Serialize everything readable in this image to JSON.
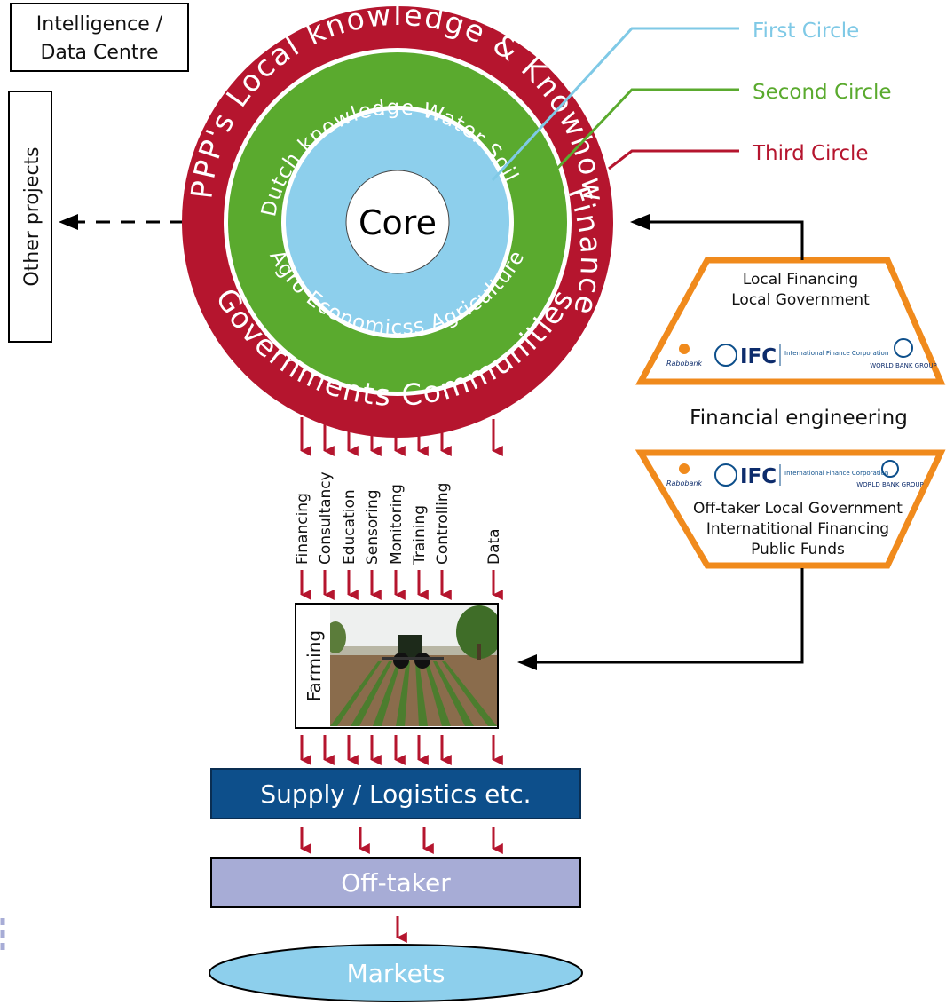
{
  "intelligence_box": {
    "line1": "Intelligence /",
    "line2": "Data Centre"
  },
  "other_projects": "Other projects",
  "circles": {
    "core": "Core",
    "outer_top": "PPP's Local knowledge & Knowhow",
    "outer_right": "Finance",
    "outer_bottom": "Governments   Communities",
    "inner_top": "Dutch knowledge Water Soil",
    "inner_bottom": "Agro Economicss   Agriculture"
  },
  "legend": {
    "first": "First Circle",
    "second": "Second Circle",
    "third": "Third Circle"
  },
  "services": [
    "Financing",
    "Consultancy",
    "Education",
    "Sensoring",
    "Monitoring",
    "Training",
    "Controlling",
    "Data"
  ],
  "farming": "Farming",
  "supply": "Supply / Logistics etc.",
  "offtaker": "Off-taker",
  "markets": "Markets",
  "financial_engineering": "Financial engineering",
  "finance_top": {
    "line1": "Local Financing",
    "line2": "Local Government",
    "logos": [
      "Rabobank",
      "IFC",
      "International Finance Corporation",
      "WORLD BANK GROUP"
    ]
  },
  "finance_bottom": {
    "line1": "Off-taker  Local Government",
    "line2": "Internatitional Financing",
    "line3": "Public Funds",
    "logos": [
      "Rabobank",
      "IFC",
      "International Finance Corporation",
      "WORLD BANK GROUP"
    ]
  },
  "colors": {
    "red": "#b5152e",
    "green": "#5aaa2e",
    "light_blue": "#8dcfec",
    "navy": "#0d4f8b",
    "lavender": "#a7acd6",
    "orange": "#f08a1c",
    "legend_first": "#7fc9e6",
    "legend_second": "#5aaa2e",
    "legend_third": "#b5152e"
  }
}
